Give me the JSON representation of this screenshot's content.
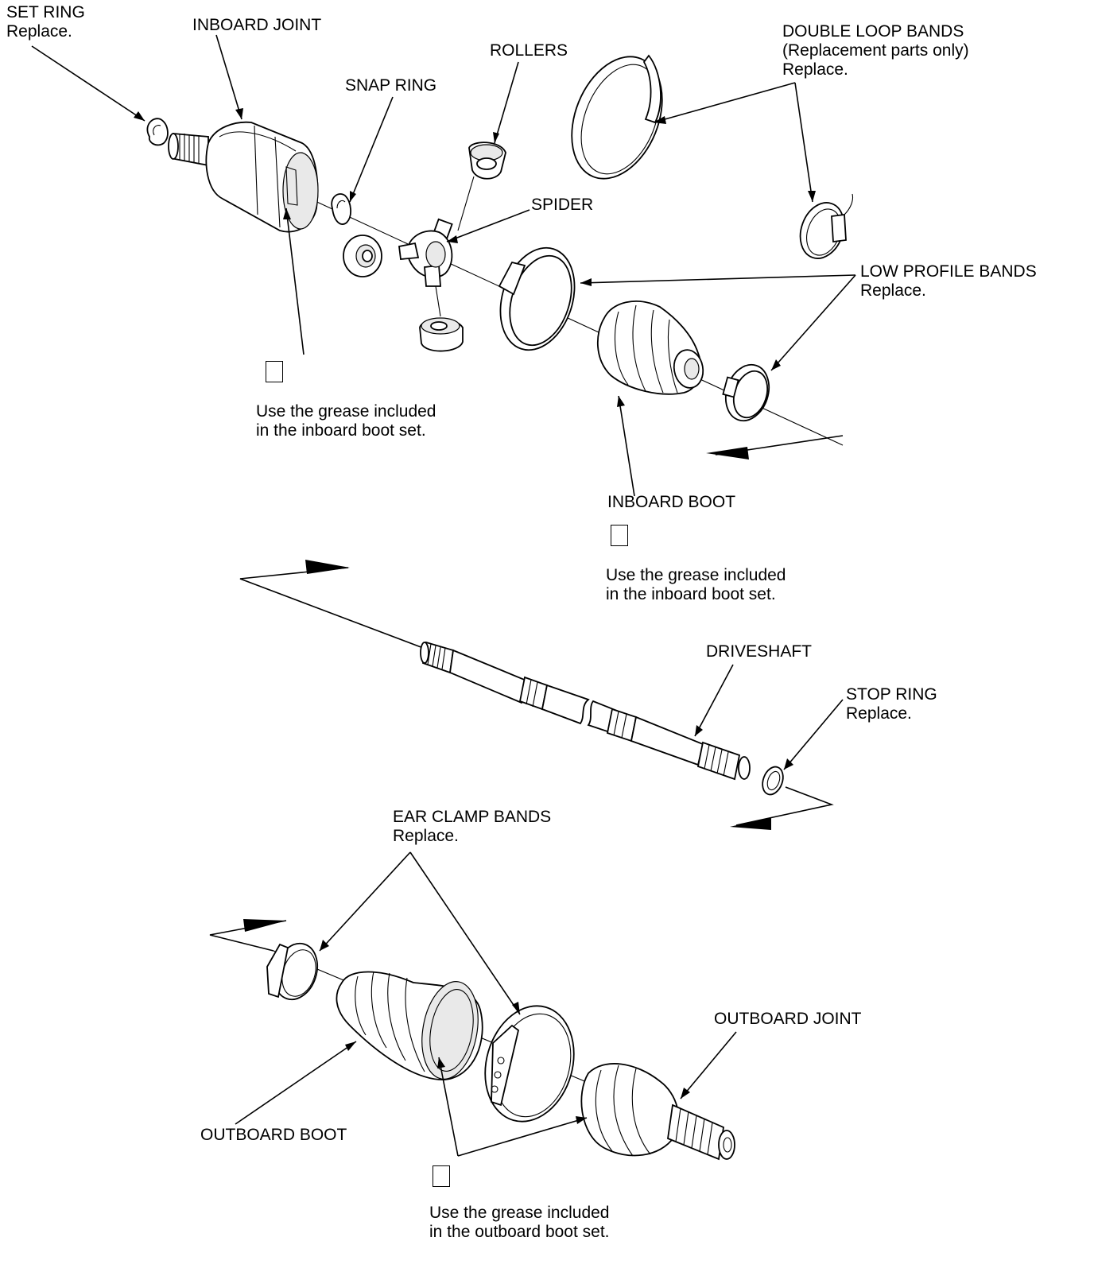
{
  "labels": {
    "set_ring": {
      "line1": "SET RING",
      "line2": "Replace."
    },
    "inboard_joint": "INBOARD JOINT",
    "snap_ring": "SNAP RING",
    "rollers": "ROLLERS",
    "double_loop_bands": {
      "line1": "DOUBLE LOOP BANDS",
      "line2": "(Replacement parts only)",
      "line3": "Replace."
    },
    "spider": "SPIDER",
    "low_profile_bands": {
      "line1": "LOW PROFILE BANDS",
      "line2": "Replace."
    },
    "inboard_boot": "INBOARD BOOT",
    "driveshaft": "DRIVESHAFT",
    "stop_ring": {
      "line1": "STOP RING",
      "line2": "Replace."
    },
    "ear_clamp_bands": {
      "line1": "EAR CLAMP BANDS",
      "line2": "Replace."
    },
    "outboard_joint": "OUTBOARD JOINT",
    "outboard_boot": "OUTBOARD BOOT"
  },
  "notes": {
    "grease_inboard_1": {
      "line1": "Use the grease included",
      "line2": "in the inboard boot set."
    },
    "grease_inboard_2": {
      "line1": "Use the grease included",
      "line2": "in the inboard boot set."
    },
    "grease_outboard": {
      "line1": "Use the grease included",
      "line2": "in the outboard boot set."
    }
  }
}
